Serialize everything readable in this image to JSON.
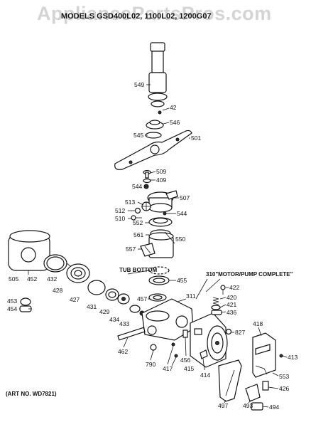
{
  "watermark": "AppliancePartsPros.com",
  "title": "MODELS GSD400L02, 1100L02, 1200G07",
  "art_number": "(ART NO. WD7821)",
  "notes": {
    "tub_bottom": "TUB BOTTOM",
    "motor_pump": "310\"MOTOR/PUMP COMPLETE\""
  },
  "parts": [
    "549",
    "42",
    "546",
    "545",
    "501",
    "509",
    "409",
    "544",
    "507",
    "513",
    "512",
    "510",
    "544",
    "552",
    "561",
    "550",
    "557",
    "505",
    "452",
    "432",
    "428",
    "427",
    "431",
    "429",
    "434",
    "433",
    "455",
    "457",
    "311",
    "453",
    "454",
    "462",
    "790",
    "417",
    "415",
    "456",
    "414",
    "422",
    "420",
    "421",
    "436",
    "827",
    "418",
    "413",
    "553",
    "426",
    "497",
    "493",
    "494"
  ]
}
